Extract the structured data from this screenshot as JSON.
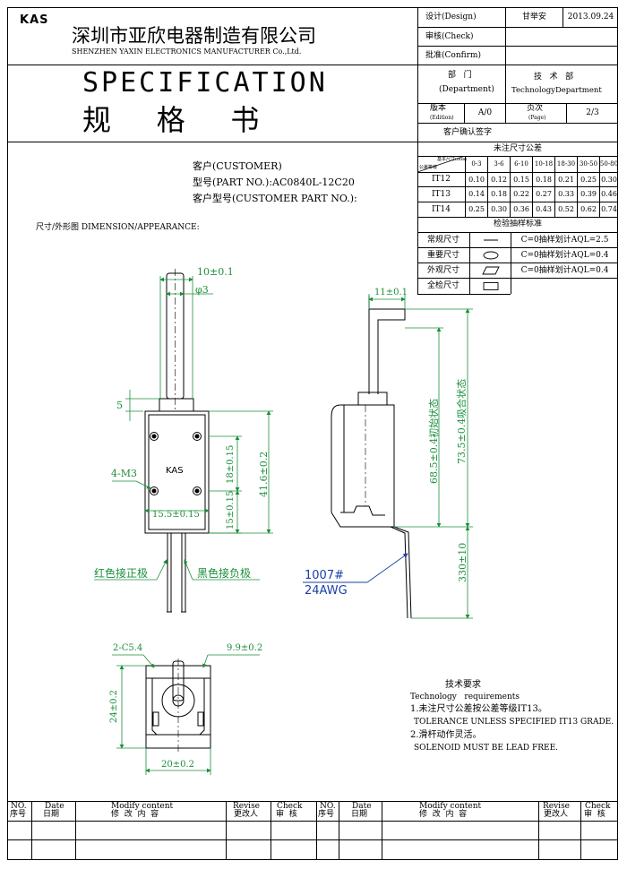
{
  "header": {
    "logo": "KAS",
    "company_cn": "深圳市亚欣电器制造有限公司",
    "company_en": "SHENZHEN  YAXIN  ELECTRONICS  MANUFACTURER  Co.,Ltd.",
    "spec_en": "SPECIFICATION",
    "spec_cn": "规    格    书",
    "design_label": "设计(Design)",
    "designer": "甘举安",
    "date": "2013.09.24",
    "check_label": "审核(Check)",
    "confirm_label": "批准(Confirm)",
    "dept_cn": "部   门",
    "dept_en": "(Department)",
    "dept_value_cn": "技   术   部",
    "dept_value_en": "TechnologyDepartment",
    "edition_cn": "版本",
    "edition_en": "(Edition)",
    "edition_value": "A/0",
    "page_cn": "页次",
    "page_en": "(Page)",
    "page_value": "2/3",
    "customer_sign": "客户确认签字"
  },
  "customer": {
    "customer_label": "客户(CUSTOMER)",
    "part_no": "型号(PART NO.):AC0840L-12C20",
    "customer_part_no": "客户型号(CUSTOMER PART NO.):"
  },
  "tolerance": {
    "title": "未注尺寸公差",
    "corner_top": "基本尺寸(mm)",
    "corner_bottom": "公差等级",
    "columns": [
      "0-3",
      "3-6",
      "6-10",
      "10-18",
      "18-30",
      "30-50",
      "50-80"
    ],
    "rows": [
      {
        "grade": "IT12",
        "values": [
          "0.10",
          "0.12",
          "0.15",
          "0.18",
          "0.21",
          "0.25",
          "0.30"
        ]
      },
      {
        "grade": "IT13",
        "values": [
          "0.14",
          "0.18",
          "0.22",
          "0.27",
          "0.33",
          "0.39",
          "0.46"
        ]
      },
      {
        "grade": "IT14",
        "values": [
          "0.25",
          "0.30",
          "0.36",
          "0.43",
          "0.52",
          "0.62",
          "0.74"
        ]
      }
    ]
  },
  "inspection": {
    "title": "检验抽样标准",
    "rows": [
      {
        "name": "常规尺寸",
        "symbol": "line",
        "rule": "C=0抽样划计AQL=2.5"
      },
      {
        "name": "重要尺寸",
        "symbol": "ellipse",
        "rule": "C=0抽样划计AQL=0.4"
      },
      {
        "name": "外观尺寸",
        "symbol": "parallelogram",
        "rule": "C=0抽样划计AQL=0.4"
      },
      {
        "name": "全检尺寸",
        "symbol": "rectangle",
        "rule": ""
      }
    ]
  },
  "drawing": {
    "section_label": "尺寸/外形图 DIMENSION/APPEARANCE:",
    "front": {
      "dim_width": "10±0.1",
      "dim_dia": "φ3",
      "dim_5": "5",
      "holes": "4-M3",
      "brand": "KAS",
      "dim_18": "18±0.15",
      "dim_15": "15±0.15",
      "dim_155": "15.5±0.15",
      "dim_416": "41.6±0.2",
      "red_lead": "红色接正极",
      "black_lead": "黑色接负极"
    },
    "side": {
      "dim_11": "11±0.1",
      "dim_685": "68.5±0.4初始状态",
      "dim_735": "73.5±0.4吸合状态",
      "dim_330": "330±10",
      "wire_1": "1007#",
      "wire_2": "24AWG"
    },
    "bottom": {
      "chamfer": "2-C5.4",
      "dim_99": "9.9±0.2",
      "dim_24": "24±0.2",
      "dim_20": "20±0.2"
    }
  },
  "tech": {
    "title_cn": "技术要求",
    "title_en": "Technology   requirements",
    "line1_cn": "1.未注尺寸公差按公差等级IT13。",
    "line1_en": "TOLERANCE UNLESS SPECIFIED IT13 GRADE.",
    "line2_cn": "2.滑杆动作灵活。",
    "line2_en": "SOLENOID MUST BE LEAD FREE."
  },
  "revision": {
    "no_en": "NO.",
    "no_cn": "序号",
    "date_en": "Date",
    "date_cn": "日期",
    "modify_en": "Modify content",
    "modify_cn": "修  改  内  容",
    "revise_en": "Revise",
    "revise_cn": "更改人",
    "check_en": "Check",
    "check_cn": "审  核"
  }
}
